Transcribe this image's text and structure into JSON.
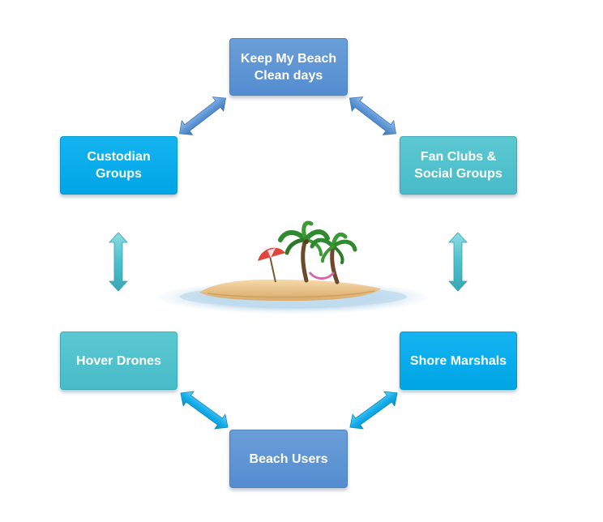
{
  "diagram": {
    "nodes": {
      "keep_beach_clean": {
        "line1": "Keep My Beach",
        "line2": "Clean days"
      },
      "custodian_groups": {
        "line1": "Custodian",
        "line2": "Groups"
      },
      "fan_clubs": {
        "line1": "Fan Clubs &",
        "line2": "Social Groups"
      },
      "hover_drones": {
        "label": "Hover Drones"
      },
      "shore_marshals": {
        "label": "Shore Marshals"
      },
      "beach_users": {
        "label": "Beach Users"
      }
    },
    "center_image": {
      "icon": "tropical-island-icon"
    },
    "arrows": [
      {
        "from": "keep_beach_clean",
        "to": "custodian_groups",
        "direction": "both"
      },
      {
        "from": "keep_beach_clean",
        "to": "fan_clubs",
        "direction": "both"
      },
      {
        "from": "custodian_groups",
        "to": "hover_drones",
        "direction": "both"
      },
      {
        "from": "fan_clubs",
        "to": "shore_marshals",
        "direction": "both"
      },
      {
        "from": "hover_drones",
        "to": "beach_users",
        "direction": "both"
      },
      {
        "from": "shore_marshals",
        "to": "beach_users",
        "direction": "both"
      }
    ],
    "colors": {
      "steel_blue": "#548dd0",
      "azure": "#00a5e6",
      "teal": "#47bcc8"
    }
  }
}
